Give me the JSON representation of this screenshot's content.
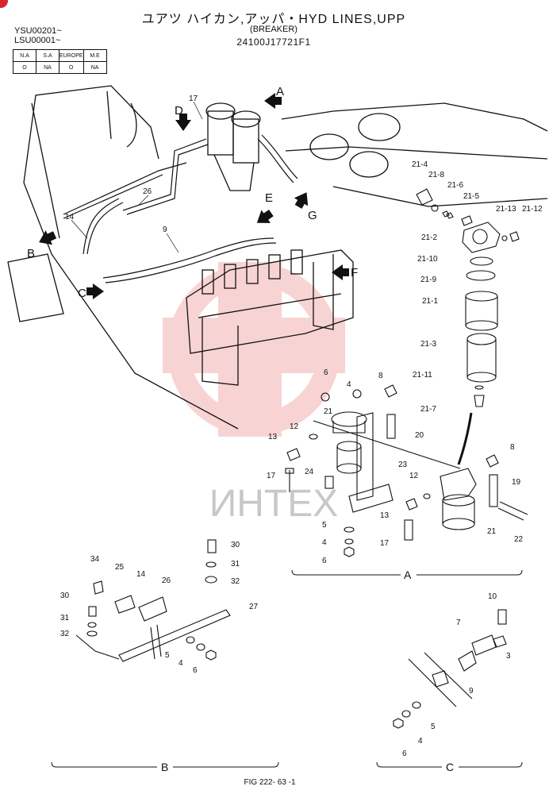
{
  "header": {
    "title": "ユアツ ハイカン,アッパ・HYD LINES,UPP",
    "subtitle": "(BREAKER)",
    "part_code": "24100J17721F1"
  },
  "serials": [
    "YSU00201~",
    "LSU00001~"
  ],
  "applicability": {
    "headers": [
      "N.A",
      "S.A",
      "EUROPE",
      "M.E"
    ],
    "values": [
      "O",
      "NA",
      "O",
      "NA"
    ]
  },
  "watermark": {
    "text": "ИНТЕХ",
    "color": "#e23c3c"
  },
  "view_arrows": [
    "A",
    "B",
    "C",
    "D",
    "E",
    "F",
    "G"
  ],
  "main_callouts": [
    "17",
    "26",
    "14",
    "9"
  ],
  "filter_callouts": [
    "21-4",
    "21-8",
    "21-6",
    "21-5",
    "21-13",
    "21-12",
    "21-2",
    "21-10",
    "21-9",
    "21-1",
    "21-3",
    "21-11",
    "21-7"
  ],
  "section_a_callouts": [
    "6",
    "4",
    "8",
    "21",
    "12",
    "13",
    "20",
    "23",
    "17",
    "24",
    "5",
    "4",
    "6",
    "17",
    "13",
    "12",
    "8",
    "19",
    "21",
    "22"
  ],
  "section_b_callouts": [
    "30",
    "31",
    "32",
    "34",
    "25",
    "14",
    "26",
    "27",
    "30",
    "31",
    "32",
    "5",
    "4",
    "6"
  ],
  "section_c_callouts": [
    "10",
    "7",
    "3",
    "9",
    "5",
    "4",
    "6"
  ],
  "sections": {
    "a": "A",
    "b": "B",
    "c": "C"
  },
  "figure_number": "FIG 222- 63 -1"
}
